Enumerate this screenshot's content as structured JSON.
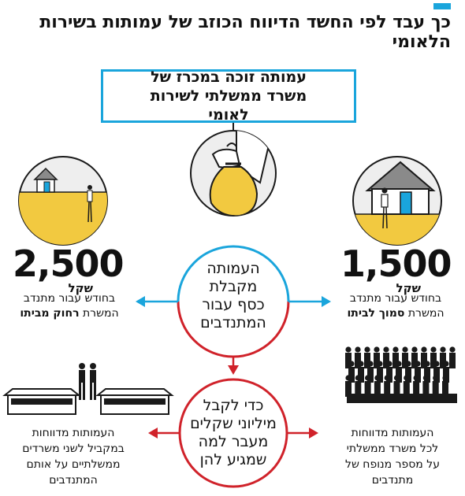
{
  "title": "כך עבד לפי החשד הדיווח הכוזב של עמותות בשירות הלאומי",
  "main_box": "עמותה זוכה במכרז של משרד ממשלתי לשירות לאומי",
  "left": {
    "amount": "2,500",
    "unit": "שקל",
    "desc_line1": "בחודש עבור מתנדב",
    "desc_prefix": "המשרת",
    "desc_bold": "רחוק מביתו"
  },
  "right": {
    "amount": "1,500",
    "unit": "שקל",
    "desc_line1": "בחודש עבור מתנדב",
    "desc_prefix": "המשרת",
    "desc_bold": "סמוך לביתו"
  },
  "center_top": [
    "העמותה",
    "מקבלת",
    "כסף עבור",
    "המתנדבים"
  ],
  "center_bottom": [
    "כדי לקבל",
    "מיליוני שקלים",
    "מעבר למה",
    "שמגיע להן"
  ],
  "bottom_left": [
    "העמותות מדווחות",
    "במקביל לשני משרדים",
    "ממשלתיים על אותם",
    "המתנדבים"
  ],
  "bottom_right": [
    "העמותות מדווחות",
    "לכל משרד ממשלתי",
    "על מספר מנופח של",
    "מתנדבים"
  ],
  "colors": {
    "blue": "#1aa5dc",
    "red": "#d0222a",
    "yellow": "#f2c940",
    "dark": "#1a1a1a",
    "gray": "#8a8a8a"
  }
}
